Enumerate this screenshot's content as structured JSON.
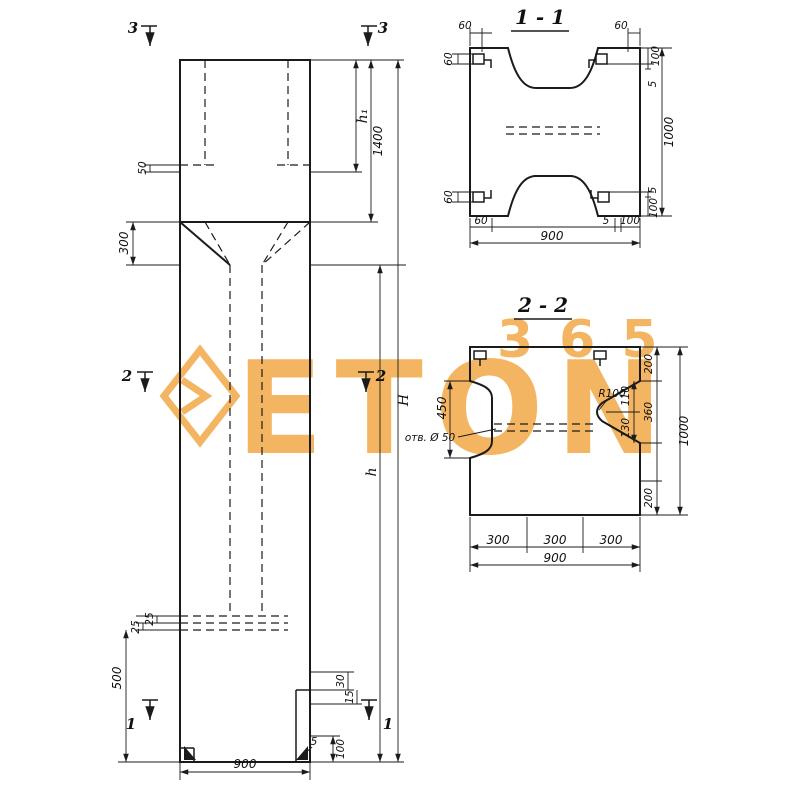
{
  "watermark": {
    "brand": "ETON",
    "number": "365",
    "color": "#F2A33C"
  },
  "elevation": {
    "marks": {
      "s3": "3",
      "s2": "2",
      "s1": "1"
    },
    "dims": {
      "h1": "h₁",
      "d1400": "1400",
      "d50": "50",
      "d300": "300",
      "height_total": "H",
      "height_lower": "h",
      "d25a": "25",
      "d25b": "25",
      "d500": "500",
      "d30": "30",
      "d15": "15",
      "d5": "5",
      "d100": "100",
      "d900": "900"
    }
  },
  "section1": {
    "title": "1 - 1",
    "dims": {
      "tl60": "60",
      "tr60": "60",
      "r100t": "100",
      "r5t": "5",
      "r1000": "1000",
      "l60t": "60",
      "l60b": "60",
      "r5b": "5",
      "r100b": "100",
      "b60": "60",
      "b5": "5",
      "b100": "100",
      "b900": "900"
    }
  },
  "section2": {
    "title": "2 - 2",
    "dims": {
      "l450": "450",
      "r200t": "200",
      "r360": "360",
      "r200b": "200",
      "i110": "110",
      "i130": "130",
      "r1000": "1000",
      "radius": "R100",
      "hole": "отв. Ø 50",
      "b300a": "300",
      "b300b": "300",
      "b300c": "300",
      "b900": "900"
    }
  }
}
